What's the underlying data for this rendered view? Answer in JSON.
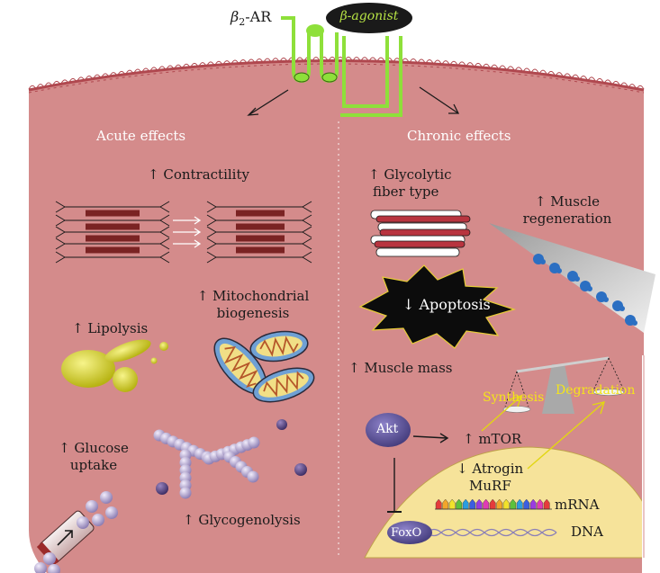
{
  "receptor": {
    "label_prefix": "β",
    "label_sub": "2",
    "label_suffix": "-AR"
  },
  "agonist": {
    "label": "β-agonist"
  },
  "sections": {
    "acute": "Acute effects",
    "chronic": "Chronic effects"
  },
  "acute": {
    "contractility": "↑ Contractility",
    "mito_line1": "↑ Mitochondrial",
    "mito_line2": "biogenesis",
    "lipolysis": "↑ Lipolysis",
    "glucose_line1": "↑ Glucose",
    "glucose_line2": "uptake",
    "glycogenolysis": "↑ Glycogenolysis"
  },
  "chronic": {
    "glycolytic_line1": "↑ Glycolytic",
    "glycolytic_line2": "fiber type",
    "regen_line1": "↑ Muscle",
    "regen_line2": "regeneration",
    "apoptosis": "↓ Apoptosis",
    "muscle_mass": "↑ Muscle mass",
    "synthesis": "Synthesis",
    "degradation": "Degradation",
    "akt": "Akt",
    "mtor": "↑ mTOR",
    "atrogin_line1": "↓ Atrogin",
    "atrogin_line2": "MuRF",
    "mrna": "mRNA",
    "dna": "DNA",
    "foxo": "FoxO"
  },
  "colors": {
    "cell": "#d48b8b",
    "membrane": "#b0484f",
    "receptor": "#8ee03a",
    "nucleus": "#f6e39a",
    "yellow_text": "#f4e51a"
  }
}
